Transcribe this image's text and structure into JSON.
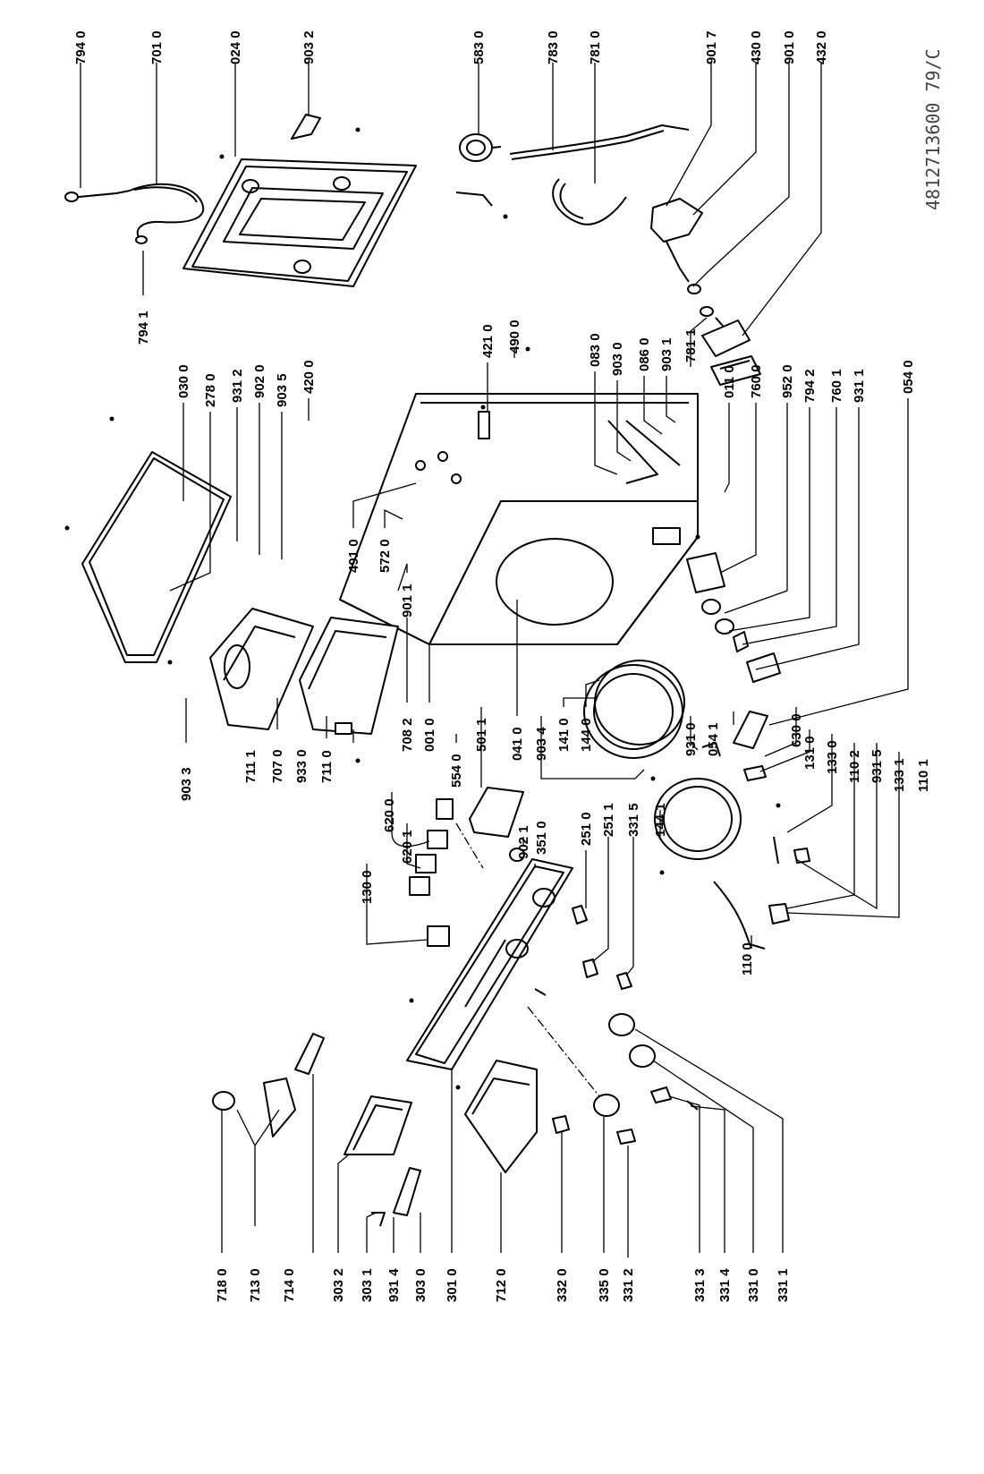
{
  "document_id": "4812713600 79/C",
  "labels": {
    "l7940": "794 0",
    "l7010": "701 0",
    "l0240": "024 0",
    "l9032": "903 2",
    "l5830": "583 0",
    "l7830": "783 0",
    "l7810": "781 0",
    "l9017": "901 7",
    "l4300": "430 0",
    "l9010": "901 0",
    "l4320": "432 0",
    "l7941": "794 1",
    "l0300": "030 0",
    "l2780": "278 0",
    "l9312": "931 2",
    "l9020": "902 0",
    "l9035": "903 5",
    "l4200": "420 0",
    "l4210": "421 0",
    "l4900": "490 0",
    "l0830": "083 0",
    "l9030": "903 0",
    "l0860": "086 0",
    "l9031": "903 1",
    "l7811": "781 1",
    "l0110": "011 0",
    "l7600": "760 0",
    "l9520": "952 0",
    "l7942": "794 2",
    "l7601": "760 1",
    "l9311": "931 1",
    "l0540": "054 0",
    "l4910": "491 0",
    "l5720": "572 0",
    "l9011": "901 1",
    "l9033": "903 3",
    "l7111": "711 1",
    "l7070": "707 0",
    "l9330": "933 0",
    "l7110": "711 0",
    "l7082": "708 2",
    "l0010": "001 0",
    "l5540": "554 0",
    "l5011": "501 1",
    "l0410": "041 0",
    "l9034": "903 4",
    "l1410": "141 0",
    "l1440": "144 0",
    "l9310": "931 0",
    "l0541": "054 1",
    "l6300": "630 0",
    "l1310": "131 0",
    "l1330": "133 0",
    "l1102": "110 2",
    "l9315": "931 5",
    "l1331": "133 1",
    "l1101": "110 1",
    "l6200": "620 0",
    "l1300": "130 0",
    "l6201": "620 1",
    "l9021": "902 1",
    "l3510": "351 0",
    "l2510": "251 0",
    "l2511": "251 1",
    "l3315": "331 5",
    "l1441": "144 1",
    "l1100": "110 0",
    "l7180": "718 0",
    "l7130": "713 0",
    "l7140": "714 0",
    "l3032": "303 2",
    "l3031": "303 1",
    "l9314": "931 4",
    "l3030": "303 0",
    "l3010": "301 0",
    "l7120": "712 0",
    "l3320": "332 0",
    "l3350": "335 0",
    "l3312": "331 2",
    "l3313": "331 3",
    "l3314": "331 4",
    "l3310": "331 0",
    "l3311": "331 1"
  }
}
